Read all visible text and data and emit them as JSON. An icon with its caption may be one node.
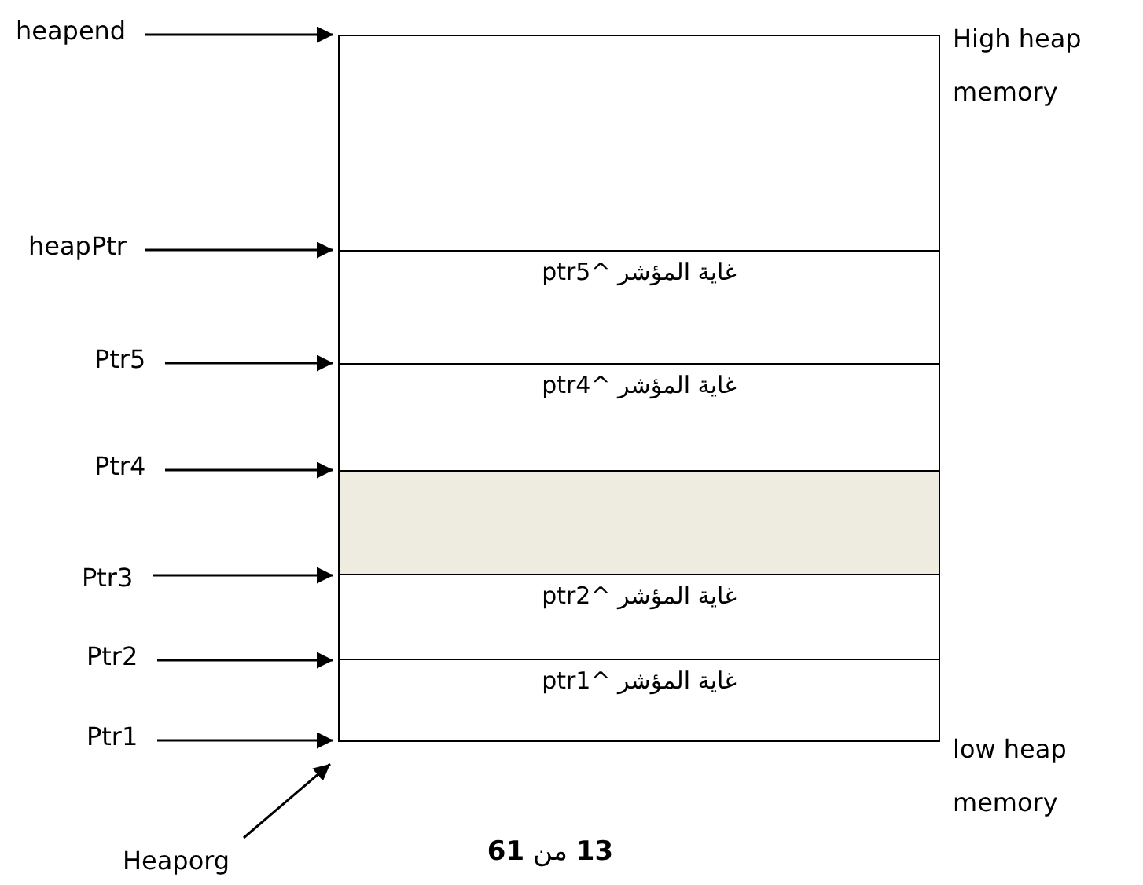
{
  "diagram": {
    "nodes": [
      {
        "text": [],
        "shape": "box",
        "beside": [
          "High heap memory"
        ]
      },
      {
        "text": [
          "غاية المؤشر ^ptr5"
        ]
      },
      {
        "text": [
          "غاية المؤشر ^ptr4"
        ]
      },
      {
        "text": [],
        "shape": "box"
      },
      {
        "text": [
          "غاية المؤشر ^ptr2"
        ]
      },
      {
        "text": [
          "غاية المؤشر ^ptr1"
        ],
        "beside": [
          "low heap memory"
        ]
      },
      {
        "text": [
          "heapend"
        ]
      },
      {
        "text": [
          "heapPtr"
        ]
      },
      {
        "text": [
          "Ptr5"
        ]
      },
      {
        "text": [
          "Ptr4"
        ]
      },
      {
        "text": [
          "Ptr3"
        ]
      },
      {
        "text": [
          "Ptr2"
        ]
      },
      {
        "text": [
          "Ptr1"
        ]
      },
      {
        "text": [
          "Heaporg"
        ]
      }
    ],
    "edges": [
      {
        "from": 6,
        "to": 0,
        "arrow": "to"
      },
      {
        "from": 7,
        "to": 0,
        "arrow": "to"
      },
      {
        "from": 8,
        "to": 1,
        "arrow": "to"
      },
      {
        "from": 9,
        "to": 2,
        "arrow": "to"
      },
      {
        "from": 10,
        "to": 3,
        "arrow": "to"
      },
      {
        "from": 11,
        "to": 4,
        "arrow": "to"
      },
      {
        "from": 12,
        "to": 5,
        "arrow": "to"
      },
      {
        "from": 13,
        "to": 5,
        "arrow": "to"
      }
    ],
    "labels": [
      "**13** من **61**"
    ]
  }
}
